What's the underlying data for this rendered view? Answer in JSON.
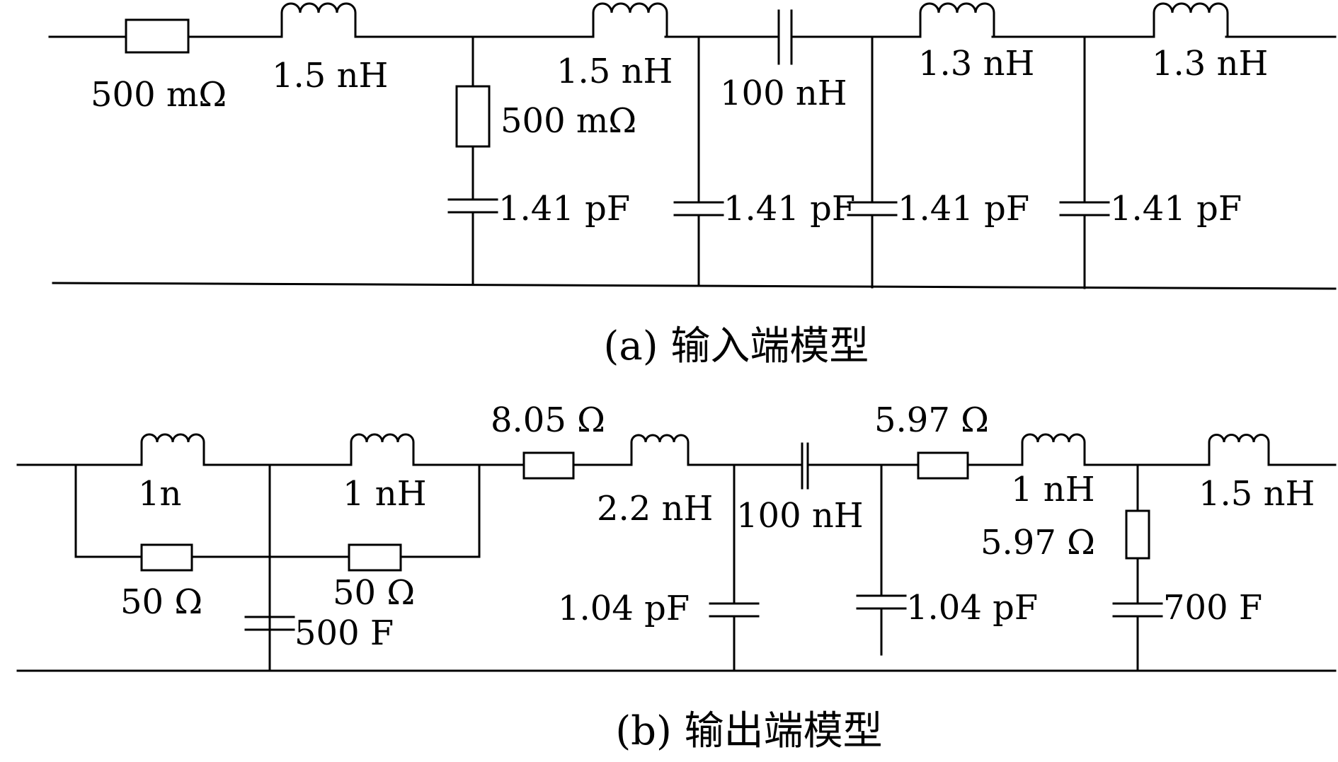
{
  "input_model": {
    "caption": "(a) 输入端模型",
    "labels": {
      "r_series": "500 mΩ",
      "l1": "1.5 nH",
      "l2": "1.5 nH",
      "r_shunt": "500 mΩ",
      "c_series": "100 nH",
      "l3": "1.3 nH",
      "l4": "1.3 nH",
      "c1": "1.41 pF",
      "c2": "1.41 pF",
      "c3": "1.41 pF",
      "c4": "1.41 pF"
    }
  },
  "output_model": {
    "caption": "(b) 输出端模型",
    "labels": {
      "l1": "1n",
      "l2": "1 nH",
      "r1": "50 Ω",
      "r2": "50 Ω",
      "c1": "500 F",
      "r3": "8.05 Ω",
      "l3": "2.2 nH",
      "c_series": "100 nH",
      "c2": "1.04 pF",
      "r4": "5.97 Ω",
      "c3": "1.04 pF",
      "l4": "1 nH",
      "r5": "5.97 Ω",
      "c4": "700 F",
      "l5": "1.5 nH"
    }
  }
}
